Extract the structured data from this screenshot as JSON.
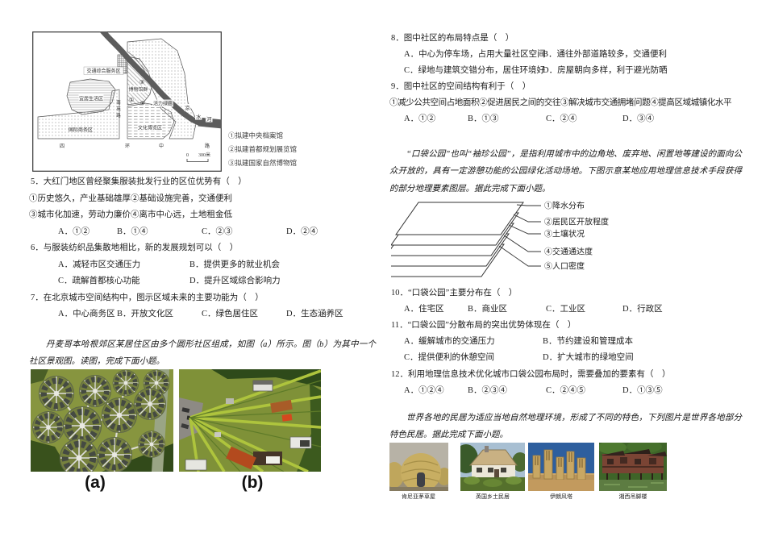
{
  "map": {
    "labels": {
      "traffic": "交通综合服务区",
      "museum": "博物馆群",
      "vitality": "活力绿廊",
      "culture": "文化博览区",
      "livable": "宜居生活区",
      "business": "国际商务区"
    },
    "road_ns": [
      "南",
      "苑",
      "路"
    ],
    "road_bottom": [
      "四",
      "环",
      "中",
      "路"
    ],
    "river_chars": [
      "凉",
      "水",
      "河"
    ],
    "marks": {
      "m1": "①",
      "m2": "②",
      "m3": "③"
    },
    "scale": {
      "zero": "0",
      "label": "300米"
    },
    "legend": [
      "①拟建中央档案馆",
      "②拟建首都规划展览馆",
      "③拟建国家自然博物馆"
    ]
  },
  "q5": {
    "stem": "5．大红门地区曾经聚集服装批发行业的区位优势有（　）",
    "sub1": "①历史悠久，产业基础雄厚②基础设施完善，交通便利",
    "sub2": "③城市化加速，劳动力廉价④离市中心远，土地租金低",
    "a": "A．①②",
    "b": "B．①④",
    "c": "C．②③",
    "d": "D．②④"
  },
  "q6": {
    "stem": "6．与服装纺织品集散地相比，新的发展规划可以（　）",
    "a": "A．减轻市区交通压力",
    "b": "B．提供更多的就业机会",
    "c": "C．疏解首都核心功能",
    "d": "D．提升区域综合影响力"
  },
  "q7": {
    "stem": "7．在北京城市空间结构中，图示区域未来的主要功能为（　）",
    "a": "A．中心商务区",
    "b": "B．开放文化区",
    "c": "C．绿色居住区",
    "d": "D．生态涵养区"
  },
  "para_community": "丹麦哥本哈根郊区某居住区由多个圆形社区组成，如图（a）所示。图（b）为其中一个社区景观图。读图，完成下面小题。",
  "fig_labels": {
    "a": "(a)",
    "b": "(b)"
  },
  "q8": {
    "stem": "8．图中社区的布局特点是（　）",
    "a": "A．中心为停车场，占用大量社区空间",
    "b": "B．通往外部道路较多，交通便利",
    "c": "C．绿地与建筑交错分布，居住环境好",
    "d": "D．房屋朝向多样，利于避光防晒"
  },
  "q9": {
    "stem": "9．图中社区的空间结构有利于（　）",
    "sub": "①减少公共空间占地面积②促进居民之间的交往③解决城市交通拥堵问题④提高区域城镇化水平",
    "a": "A．①②",
    "b": "B．①③",
    "c": "C．②④",
    "d": "D．③④"
  },
  "para_pocket": "“口袋公园”也叫“袖珍公园”，是指利用城市中的边角地、废弃地、闲置地等建设的面向公众开放的，具有一定游憩功能的公园绿化活动场地。下图示意某地应用地理信息技术手段获得的部分地理要素图层。据此完成下面小题。",
  "layers": [
    "①降水分布",
    "②居民区开放程度",
    "③土壤状况",
    "④交通通达度",
    "⑤人口密度"
  ],
  "q10": {
    "stem": "10．“口袋公园”主要分布在（　）",
    "a": "A．住宅区",
    "b": "B．商业区",
    "c": "C．工业区",
    "d": "D．行政区"
  },
  "q11": {
    "stem": "11．“口袋公园”分散布局的突出优势体现在（　）",
    "a": "A．缓解城市的交通压力",
    "b": "B．节约建设和管理成本",
    "c": "C．提供便利的休憩空间",
    "d": "D．扩大城市的绿地空间"
  },
  "q12": {
    "stem": "12．利用地理信息技术优化城市口袋公园布局时，需要叠加的要素有（　）",
    "a": "A．①②④",
    "b": "B．②③④",
    "c": "C．②④⑤",
    "d": "D．①③⑤"
  },
  "para_folk": "世界各地的民居为适应当地自然地理环境，形成了不同的特色，下列图片是世界各地部分特色民居。据此完成下面小题。",
  "folk_captions": [
    "肯尼亚茅草屋",
    "英国乡土民居",
    "伊朗风塔",
    "湘西吊脚楼"
  ]
}
